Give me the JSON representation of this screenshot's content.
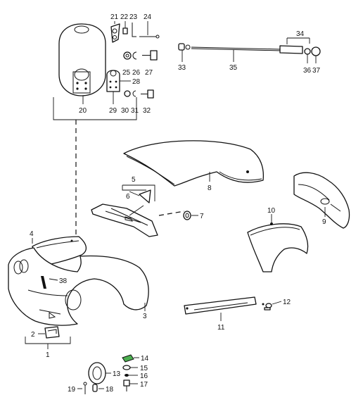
{
  "diagram": {
    "accent_color": "#4caf50",
    "callouts": [
      {
        "id": "1",
        "text": "1"
      },
      {
        "id": "2",
        "text": "2"
      },
      {
        "id": "3",
        "text": "3"
      },
      {
        "id": "4",
        "text": "4"
      },
      {
        "id": "5",
        "text": "5"
      },
      {
        "id": "6",
        "text": "6"
      },
      {
        "id": "7",
        "text": "7"
      },
      {
        "id": "8",
        "text": "8"
      },
      {
        "id": "9",
        "text": "9"
      },
      {
        "id": "10",
        "text": "10"
      },
      {
        "id": "11",
        "text": "11"
      },
      {
        "id": "12",
        "text": "12"
      },
      {
        "id": "13",
        "text": "13"
      },
      {
        "id": "14",
        "text": "14"
      },
      {
        "id": "15",
        "text": "15"
      },
      {
        "id": "16",
        "text": "16"
      },
      {
        "id": "17",
        "text": "17"
      },
      {
        "id": "18",
        "text": "18"
      },
      {
        "id": "19",
        "text": "19"
      },
      {
        "id": "20",
        "text": "20"
      },
      {
        "id": "21",
        "text": "21"
      },
      {
        "id": "22",
        "text": "22"
      },
      {
        "id": "23",
        "text": "23"
      },
      {
        "id": "24",
        "text": "24"
      },
      {
        "id": "25",
        "text": "25"
      },
      {
        "id": "26",
        "text": "26"
      },
      {
        "id": "27",
        "text": "27"
      },
      {
        "id": "28",
        "text": "28"
      },
      {
        "id": "29",
        "text": "29"
      },
      {
        "id": "30",
        "text": "30"
      },
      {
        "id": "31",
        "text": "31"
      },
      {
        "id": "32",
        "text": "32"
      },
      {
        "id": "33",
        "text": "33"
      },
      {
        "id": "34",
        "text": "34"
      },
      {
        "id": "35",
        "text": "35"
      },
      {
        "id": "36",
        "text": "36"
      },
      {
        "id": "37",
        "text": "37"
      },
      {
        "id": "38",
        "text": "38"
      }
    ]
  }
}
